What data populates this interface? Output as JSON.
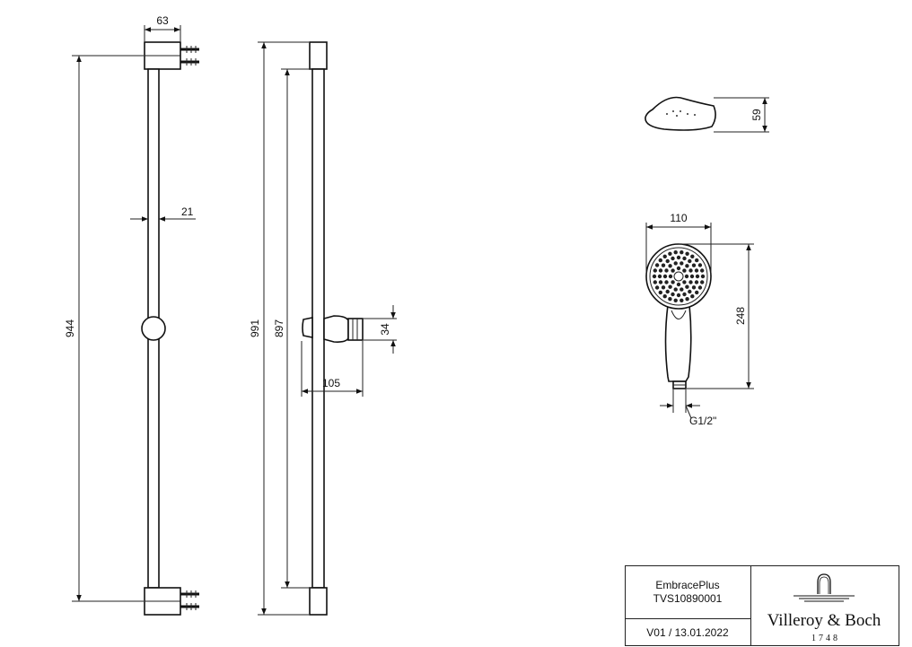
{
  "dimensions": {
    "bracket_width": "63",
    "rail_diameter": "21",
    "bracket_spacing": "944",
    "overall_length": "991",
    "slide_travel": "897",
    "holder_height": "34",
    "holder_projection": "105",
    "handshower_depth": "59",
    "handshower_head_width": "110",
    "handshower_length": "248",
    "connection_thread": "G1/2\""
  },
  "title_block": {
    "product_name": "EmbracePlus",
    "article_number": "TVS10890001",
    "version_date": "V01 / 13.01.2022",
    "brand": "Villeroy & Boch",
    "founded": "1748"
  }
}
